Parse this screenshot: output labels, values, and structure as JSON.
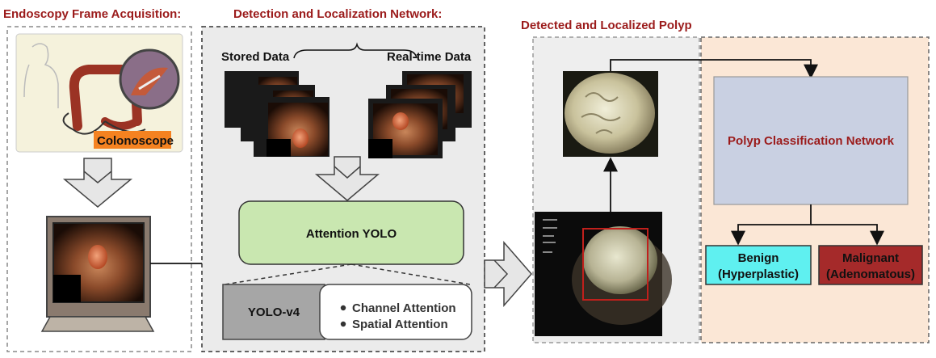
{
  "sections": {
    "acquisition_title": "Endoscopy Frame Acquisition:",
    "detection_title": "Detection and Localization Network:",
    "detected_title": "Detected and Localized Polyp"
  },
  "acquisition": {
    "colonoscope_label": "Colonoscope"
  },
  "detection": {
    "stored_label": "Stored Data",
    "realtime_label": "Real-time Data",
    "attention_yolo": "Attention YOLO",
    "yolo_v4": "YOLO-v4",
    "channel_attention": "Channel Attention",
    "spatial_attention": "Spatial Attention"
  },
  "classification": {
    "network_label": "Polyp Classification Network",
    "benign_line1": "Benign",
    "benign_line2": "(Hyperplastic)",
    "malignant_line1": "Malignant",
    "malignant_line2": "(Adenomatous)"
  },
  "colors": {
    "title_red": "#9b1b1b",
    "attention_green": "#c9e7b0",
    "classifier_blue": "#c9d0e2",
    "benign_cyan": "#5ff0f0",
    "malignant_red": "#a52a2a",
    "orange_panel": "#fbe7d6",
    "colonoscope_orange": "#f58220"
  }
}
